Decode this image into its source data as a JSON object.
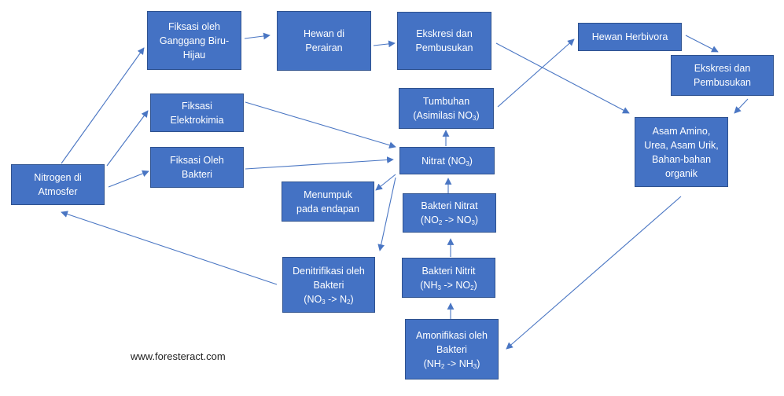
{
  "colors": {
    "node_fill": "#4472c4",
    "node_border": "#2f528f",
    "node_text": "#ffffff",
    "arrow": "#4a76c3"
  },
  "nodes": {
    "nitrogen_atmosfer": {
      "line1": "Nitrogen di",
      "line2": "Atmosfer"
    },
    "fiksasi_ganggang": {
      "line1": "Fiksasi oleh",
      "line2": "Ganggang Biru-",
      "line3": "Hijau"
    },
    "fiksasi_elektrokimia": {
      "line1": "Fiksasi",
      "line2": "Elektrokimia"
    },
    "fiksasi_bakteri": {
      "line1": "Fiksasi Oleh",
      "line2": "Bakteri"
    },
    "hewan_perairan": {
      "line1": "Hewan di",
      "line2": "Perairan"
    },
    "ekskresi_1": {
      "line1": "Ekskresi dan",
      "line2": "Pembusukan"
    },
    "tumbuhan": {
      "line1": "Tumbuhan",
      "line2_prefix": "(Asimilasi NO",
      "line2_sub": "3",
      "line2_suffix": ")"
    },
    "nitrat": {
      "prefix": "Nitrat (NO",
      "sub": "3",
      "suffix": ")"
    },
    "menumpuk": {
      "line1": "Menumpuk",
      "line2": "pada endapan"
    },
    "bakteri_nitrat": {
      "line1": "Bakteri Nitrat",
      "l2_a": "(NO",
      "l2_sub1": "2",
      "l2_b": " -> NO",
      "l2_sub2": "3",
      "l2_c": ")"
    },
    "bakteri_nitrit": {
      "line1": "Bakteri Nitrit",
      "l2_a": "(NH",
      "l2_sub1": "3",
      "l2_b": " -> NO",
      "l2_sub2": "2",
      "l2_c": ")"
    },
    "denitrifikasi": {
      "line1": "Denitrifikasi oleh",
      "line2": "Bakteri",
      "l3_a": "(NO",
      "l3_sub1": "3",
      "l3_b": " -> N",
      "l3_sub2": "2",
      "l3_c": ")"
    },
    "amonifikasi": {
      "line1": "Amonifikasi oleh",
      "line2": "Bakteri",
      "l3_a": "(NH",
      "l3_sub1": "2",
      "l3_b": " -> NH",
      "l3_sub2": "3",
      "l3_c": ")"
    },
    "hewan_herbivora": {
      "line1": "Hewan Herbivora"
    },
    "ekskresi_2": {
      "line1": "Ekskresi dan",
      "line2": "Pembusukan"
    },
    "asam_amino": {
      "line1": "Asam Amino,",
      "line2": "Urea, Asam Urik,",
      "line3": "Bahan-bahan",
      "line4": "organik"
    }
  },
  "watermark": "www.foresteract.com"
}
